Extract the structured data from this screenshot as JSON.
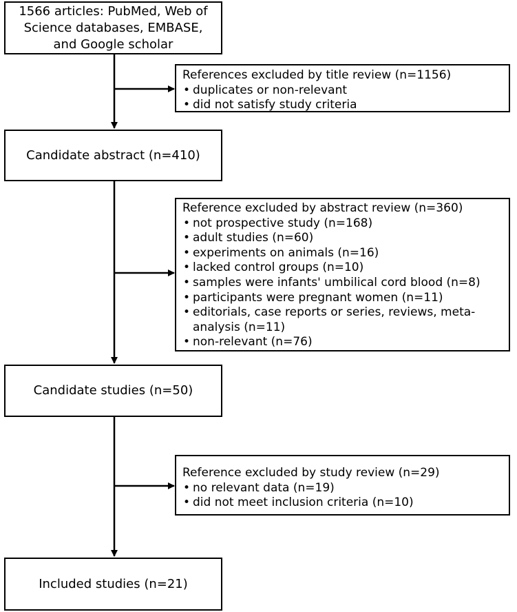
{
  "boxes": {
    "start": {
      "text": "1566 articles: PubMed, Web of Science databases, EMBASE, and Google scholar"
    },
    "title_review": {
      "title": "References excluded by title review (n=1156)",
      "items": [
        "duplicates or non-relevant",
        "did not satisfy study criteria"
      ]
    },
    "candidate_abstract": {
      "text": "Candidate abstract (n=410)"
    },
    "abstract_review": {
      "title": "Reference excluded by abstract review (n=360)",
      "items": [
        "not prospective study (n=168)",
        "adult studies (n=60)",
        "experiments on animals (n=16)",
        "lacked control groups (n=10)",
        "samples were infants' umbilical cord blood (n=8)",
        "participants were pregnant women (n=11)",
        "editorials, case reports or series, reviews, meta-analysis (n=11)",
        "non-relevant (n=76)"
      ]
    },
    "candidate_studies": {
      "text": "Candidate studies (n=50)"
    },
    "study_review": {
      "title": "Reference excluded by study review (n=29)",
      "items": [
        "no relevant data (n=19)",
        "did not meet inclusion criteria (n=10)"
      ]
    },
    "included": {
      "text": "Included studies (n=21)"
    }
  }
}
